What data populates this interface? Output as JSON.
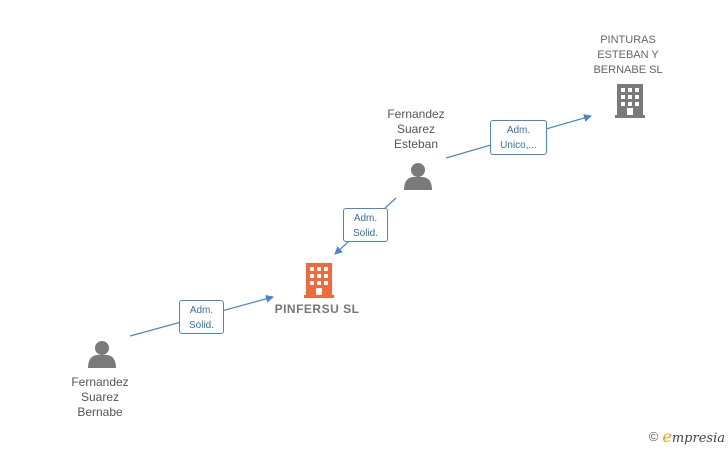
{
  "nodes": {
    "person_bernabe": {
      "label": "Fernandez\nSuarez\nBernabe"
    },
    "person_esteban": {
      "label": "Fernandez\nSuarez\nEsteban"
    },
    "company_main": {
      "label": "PINFERSU  SL"
    },
    "company_pinturas": {
      "label": "PINTURAS\nESTEBAN Y\nBERNABE  SL"
    }
  },
  "edges": {
    "bernabe_to_main": {
      "label": "Adm.\nSolid."
    },
    "esteban_to_main": {
      "label": "Adm.\nSolid."
    },
    "esteban_to_pinturas": {
      "label": "Adm.\nUnico,..."
    }
  },
  "colors": {
    "edge": "#4a86c8",
    "person_icon": "#7a7a7a",
    "main_company_icon": "#f26a3c",
    "company_icon": "#7a7a7a"
  },
  "brand": {
    "copyright": "©",
    "name_first": "e",
    "name_rest": "mpresia"
  }
}
